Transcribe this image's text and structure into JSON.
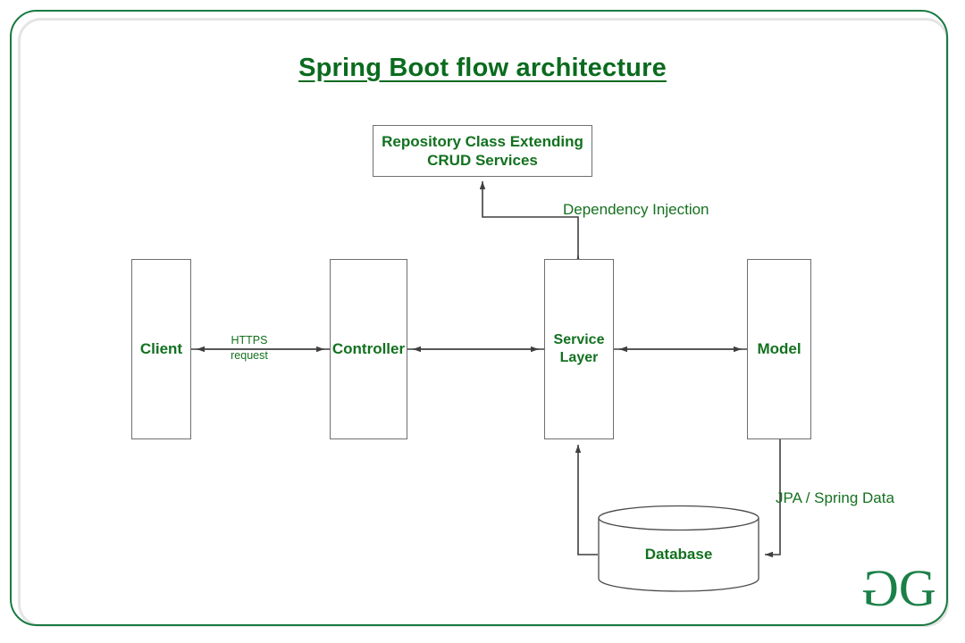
{
  "page": {
    "title": "Spring Boot flow architecture",
    "frame_color": "#1a7a43",
    "inner_frame_color": "#e4e4e4",
    "text_color": "#12711f",
    "box_border_color": "#6f6f6f",
    "background": "#ffffff"
  },
  "nodes": {
    "repository": {
      "label": "Repository Class Extending\nCRUD Services",
      "shape": "rectangle"
    },
    "client": {
      "label": "Client",
      "shape": "rectangle"
    },
    "controller": {
      "label": "Controller",
      "shape": "rectangle"
    },
    "service_layer": {
      "label": "Service\nLayer",
      "shape": "rectangle"
    },
    "model": {
      "label": "Model",
      "shape": "rectangle"
    },
    "database": {
      "label": "Database",
      "shape": "cylinder"
    }
  },
  "edges": {
    "client_controller": {
      "label": "HTTPS\nrequest",
      "direction": "bidirectional"
    },
    "controller_service": {
      "label": "",
      "direction": "bidirectional"
    },
    "service_model": {
      "label": "",
      "direction": "bidirectional"
    },
    "service_repository": {
      "label": "Dependency Injection",
      "direction": "bidirectional"
    },
    "model_database": {
      "label": "JPA / Spring Data",
      "direction": "unidirectional"
    },
    "database_service": {
      "label": "",
      "direction": "unidirectional"
    }
  },
  "logo": {
    "name": "geeksforgeeks-logo",
    "glyph_left": "G",
    "glyph_right": "G",
    "color": "#1a8048"
  }
}
